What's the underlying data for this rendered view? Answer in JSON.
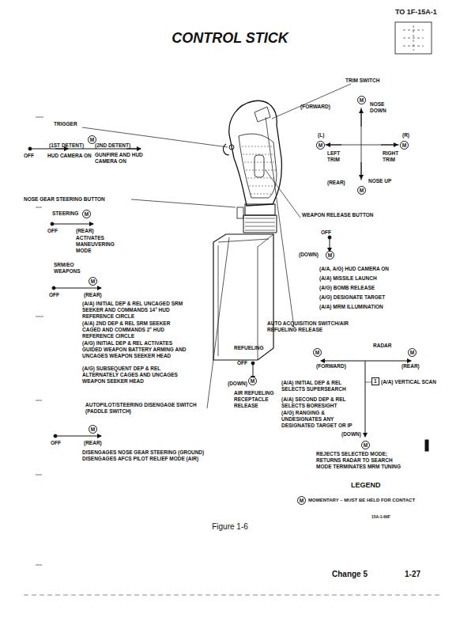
{
  "diagram": {
    "title": "CONTROL STICK",
    "caption": "Figure 1-6",
    "labels": [
      "TO 1F-15A-1",
      "TRIM SWITCH",
      "M",
      "(FORWARD)",
      "NOSE DOWN",
      "(L)",
      "(R)",
      "M",
      "M",
      "LEFT TRIM",
      "RIGHT TRIM",
      "(REAR)",
      "NOSE UP",
      "M",
      "TRIGGER",
      "M",
      "(1ST DETENT)",
      "(2ND DETENT)",
      "OFF",
      "HUD CAMERA ON",
      "GUNFIRE AND HUD CAMERA ON",
      "NOSE GEAR STEERING BUTTON",
      "STEERING",
      "M",
      "OFF",
      "(REAR)",
      "ACTIVATES MANEUVERING MODE",
      "SRM/EO WEAPONS",
      "M",
      "OFF",
      "(REAR)",
      "(A/A) INITIAL DEP & REL UNCAGED SRM SEEKER AND COMMANDS 14° HUD REFERENCE CIRCLE",
      "(A/A) 2ND DEP & REL SRM SEEKER CAGED AND COMMANDS 2° HUD REFERENCE CIRCLE",
      "(A/G) INITIAL DEP & REL ACTIVATES GUIDED WEAPON BATTERY ARMING AND UNCAGES WEAPON SEEKER HEAD",
      "(A/G) SUBSEQUENT DEP & REL ALTERNATELY CAGES AND UNCAGES WEAPON SEEKER HEAD",
      "WEAPON RELEASE BUTTON",
      "OFF",
      "(DOWN)",
      "M",
      "(A/A, A/G) HUD CAMERA ON",
      "(A/A) MISSILE LAUNCH",
      "(A/G) BOMB RELEASE",
      "(A/G) DESIGNATE TARGET",
      "(A/A) MRM ILLUMINATION",
      "AUTO ACQUISITION SWITCH/AIR REFUELING RELEASE",
      "REFUELING",
      "RADAR",
      "M",
      "M",
      "OFF",
      "(FORWARD)",
      "(REAR)",
      "1",
      "(A/A) VERTICAL SCAN",
      "(DOWN)",
      "M",
      "AIR REFUELING RECEPTACLE RELEASE",
      "(A/A) INITIAL DEP & REL SELECTS SUPERSEARCH",
      "(A/A) SECOND DEP & REL SELECTS BORESIGHT",
      "(A/G) RANGING & UNDESIGNATES ANY DESIGNATED TARGET OR IP",
      "M",
      "(DOWN)",
      "REJECTS SELECTED MODE; RETURNS RADAR TO SEARCH MODE TERMINATES MRM TUNING",
      "AUTOPILOT/STEERING DISENGAGE SWITCH (PADDLE SWITCH)",
      "M",
      "OFF",
      "(REAR)",
      "DISENGAGES NOSE GEAR STEERING (GROUND) DISENGAGES AFCS PILOT RELIEF MODE (AIR)",
      "LEGEND",
      "15A-1-66F",
      "Change 5",
      "1-27",
      "M"
    ],
    "legend": [
      {
        "text": "MOMENTARY – MUST BE HELD FOR CONTACT"
      }
    ]
  }
}
